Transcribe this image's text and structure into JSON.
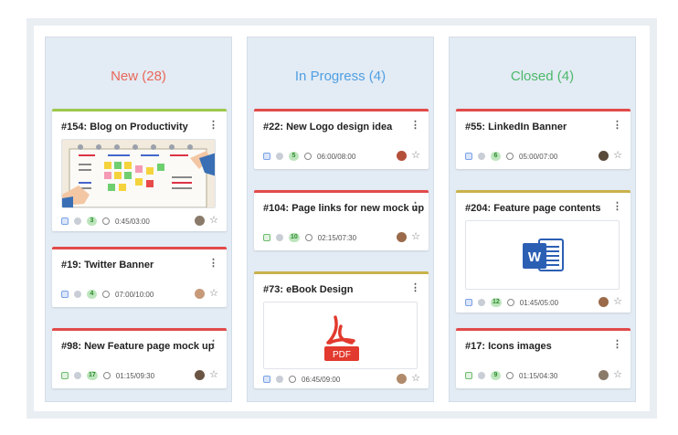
{
  "columns": [
    {
      "title": "New (28)",
      "color": "#e8685a"
    },
    {
      "title": "In Progress (4)",
      "color": "#4f9fe3"
    },
    {
      "title": "Closed (4)",
      "color": "#4cb86a"
    }
  ],
  "cards": {
    "c154": {
      "title": "#154: Blog on Productivity",
      "badge": "3",
      "time": "0:45/03:00",
      "accent": "#9cc84a"
    },
    "c19": {
      "title": "#19: Twitter Banner",
      "badge": "4",
      "time": "07:00/10:00",
      "accent": "#e24a4a"
    },
    "c98": {
      "title": "#98: New Feature page mock up",
      "badge": "17",
      "time": "01:15/09:30",
      "accent": "#e24a4a"
    },
    "c22": {
      "title": "#22: New Logo design idea",
      "badge": "5",
      "time": "06:00/08:00",
      "accent": "#e24a4a"
    },
    "c104": {
      "title": "#104: Page links for new mock up",
      "badge": "10",
      "time": "02:15/07:30",
      "accent": "#e24a4a"
    },
    "c73": {
      "title": "#73: eBook Design",
      "badge": "",
      "time": "06:45/09:00",
      "accent": "#c9b24a"
    },
    "c55": {
      "title": "#55: LinkedIn Banner",
      "badge": "6",
      "time": "05:00/07:00",
      "accent": "#e24a4a"
    },
    "c204": {
      "title": "#204: Feature page contents",
      "badge": "12",
      "time": "01:45/05:00",
      "accent": "#c9b24a"
    },
    "c17": {
      "title": "#17: Icons images",
      "badge": "9",
      "time": "01:15/04:30",
      "accent": "#e24a4a"
    }
  },
  "pdf_label": "PDF",
  "word_label": "W",
  "menu_glyph": "⋮",
  "star_glyph": "☆"
}
